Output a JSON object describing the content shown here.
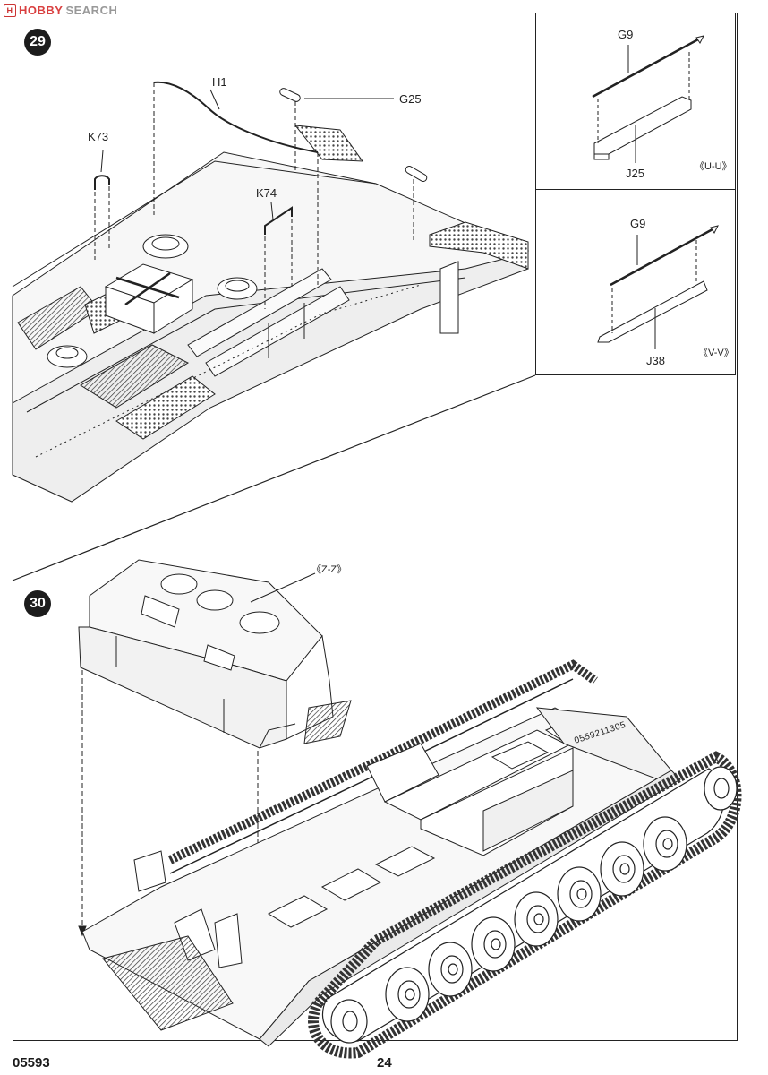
{
  "watermark": {
    "logo": "H",
    "brand": "HOBBY",
    "word": "SEARCH"
  },
  "step29": {
    "number": "29",
    "labels": {
      "h1": "H1",
      "g25": "G25",
      "k73": "K73",
      "k74": "K74"
    },
    "detail_uu": {
      "top": "G9",
      "bottom": "J25",
      "section": "《U-U》"
    },
    "detail_vv": {
      "top": "G9",
      "bottom": "J38",
      "section": "《V-V》"
    }
  },
  "step30": {
    "number": "30",
    "section": "《Z-Z》",
    "hull_marking": "0559211305"
  },
  "footer": {
    "code": "05593",
    "page": "24"
  },
  "colors": {
    "ink": "#1a1a1a",
    "hatch": "#555555",
    "badge": "#1c1c1c"
  }
}
